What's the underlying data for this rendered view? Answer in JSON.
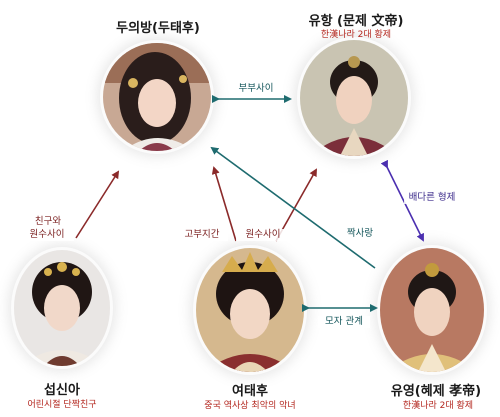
{
  "people": {
    "dou": {
      "name": "두의방(두태후)"
    },
    "liu_heng": {
      "name": "유항 (문제 文帝)",
      "sub": "한漢나라 2대 황제"
    },
    "seop": {
      "name": "섭신아",
      "sub": "어린시절 단짝친구"
    },
    "yeo": {
      "name": "여태후",
      "sub": "중국 역사상 최악의 악녀"
    },
    "liu_yeong": {
      "name": "유영(혜제 孝帝)",
      "sub": "한漢나라 2대 황제"
    }
  },
  "relations": {
    "couple": "부부사이",
    "half_brothers": "배다른 형제",
    "friend_enemy_1": "친구와",
    "friend_enemy_2": "원수사이",
    "daughter_in_law": "고부지간",
    "enemies": "원수사이",
    "unrequited": "짝사랑",
    "mother_son": "모자 관계"
  },
  "colors": {
    "red": "#8b2a2a",
    "teal": "#1e6b6f",
    "purple": "#4b2fb0"
  }
}
